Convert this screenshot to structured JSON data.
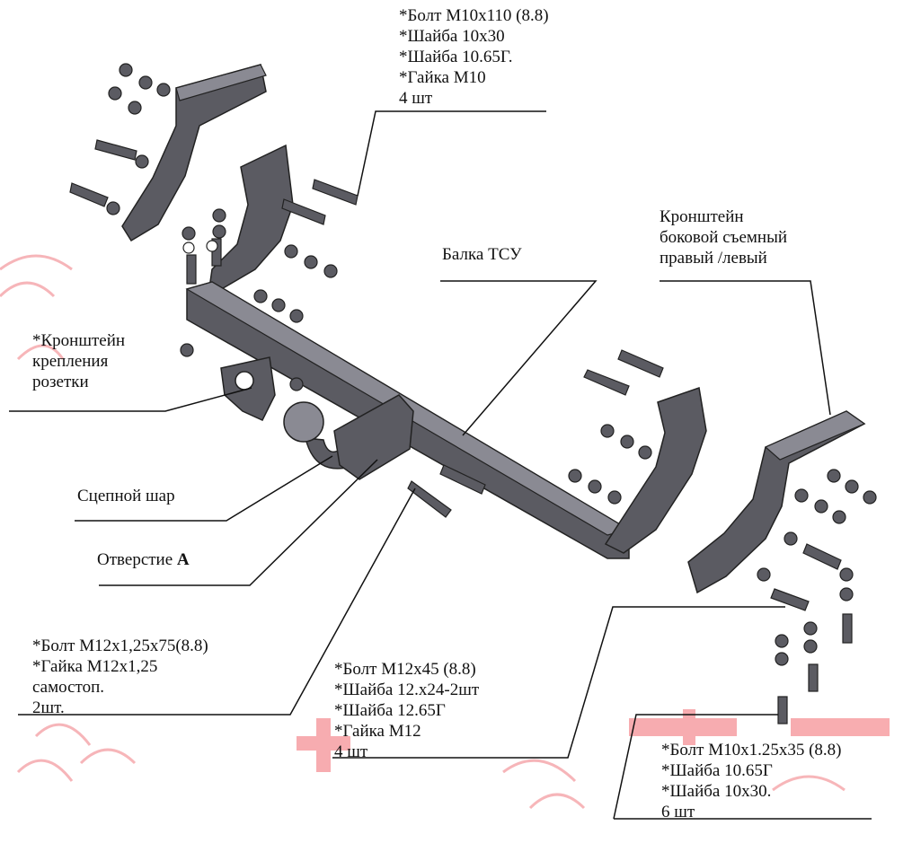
{
  "colors": {
    "part_fill": "#5b5b62",
    "part_dark": "#3f3f46",
    "part_light": "#8a8a93",
    "leader": "#111111",
    "watermark": "#e9202a"
  },
  "labels": {
    "bolt_m10x110": {
      "lines": [
        "*Болт М10х110 (8.8)",
        "*Шайба 10х30",
        "*Шайба 10.65Г.",
        "*Гайка М10",
        "4 шт"
      ]
    },
    "beam": {
      "text": "Балка ТСУ"
    },
    "side_bracket": {
      "lines": [
        "Кронштейн",
        "боковой съемный",
        "правый /левый"
      ]
    },
    "socket_bracket": {
      "lines": [
        "*Кронштейн",
        "крепления",
        "розетки"
      ]
    },
    "hitch_ball": {
      "text": "Сцепной шар"
    },
    "hole_a": {
      "text": "Отверстие ",
      "bold": "А"
    },
    "bolt_m12x125": {
      "lines": [
        "*Болт М12х1,25х75(8.8)",
        "*Гайка М12х1,25",
        "самостоп.",
        "2шт."
      ]
    },
    "bolt_m12x45": {
      "lines": [
        "*Болт М12х45 (8.8)",
        "*Шайба 12.х24-2шт",
        "*Шайба 12.65Г",
        "*Гайка М12",
        "4 шт"
      ]
    },
    "bolt_m10x125": {
      "lines": [
        "*Болт М10х1.25х35 (8.8)",
        "*Шайба 10.65Г",
        "*Шайба 10х30.",
        "6 шт"
      ]
    }
  }
}
